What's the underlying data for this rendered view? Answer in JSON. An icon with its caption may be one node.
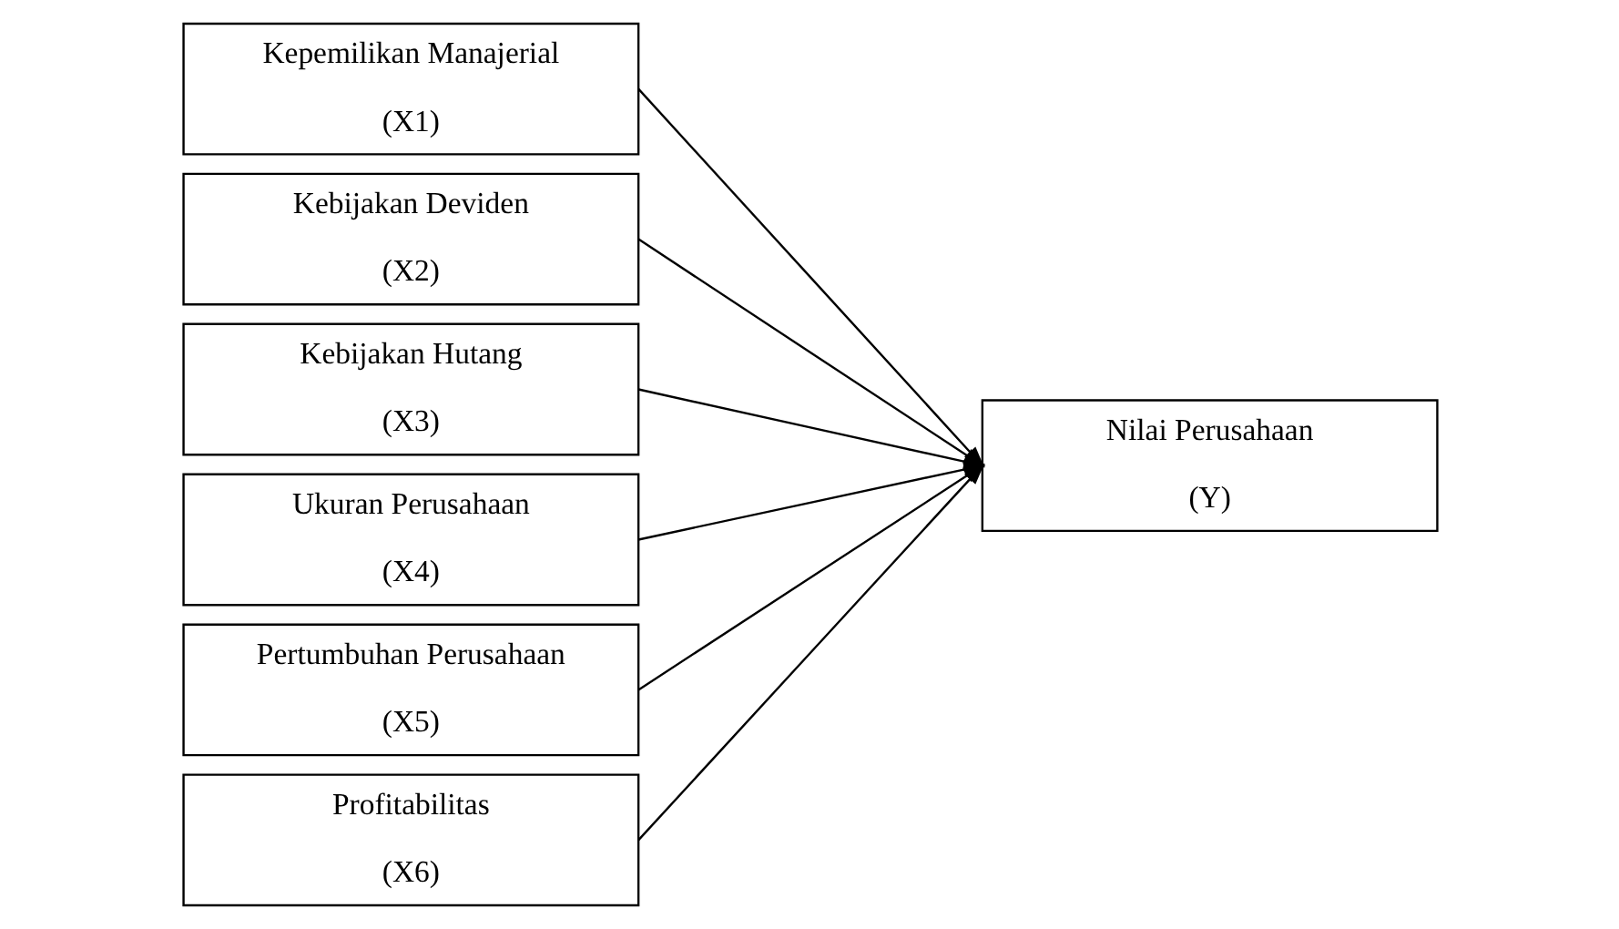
{
  "diagram": {
    "nodes": [
      {
        "text": [
          "Kepemilikan Manajerial",
          "(X1)"
        ]
      },
      {
        "text": [
          "Kebijakan Deviden",
          "(X2)"
        ]
      },
      {
        "text": [
          "Kebijakan Hutang",
          "(X3)"
        ]
      },
      {
        "text": [
          "Ukuran Perusahaan",
          "(X4)"
        ]
      },
      {
        "text": [
          "Pertumbuhan Perusahaan",
          "(X5)"
        ]
      },
      {
        "text": [
          "Profitabilitas",
          "(X6)"
        ]
      },
      {
        "text": [
          "Nilai Perusahaan",
          "(Y)"
        ]
      }
    ],
    "edges": [
      {
        "from": 0,
        "to": 6,
        "arrow": "to"
      },
      {
        "from": 1,
        "to": 6,
        "arrow": "to"
      },
      {
        "from": 2,
        "to": 6,
        "arrow": "to"
      },
      {
        "from": 3,
        "to": 6,
        "arrow": "to"
      },
      {
        "from": 4,
        "to": 6,
        "arrow": "to"
      },
      {
        "from": 5,
        "to": 6,
        "arrow": "to"
      }
    ]
  }
}
